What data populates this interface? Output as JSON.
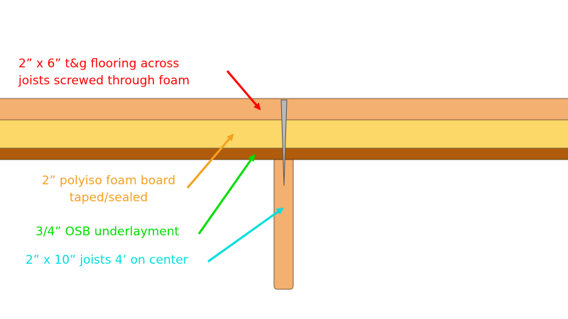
{
  "labels": {
    "flooring": {
      "line1": "2” x 6” t&g flooring across",
      "line2": "joists screwed through foam",
      "color": "#ff0000"
    },
    "foam": {
      "line1": "2” polyiso foam board",
      "line2": "taped/sealed",
      "color": "#f5a020"
    },
    "osb": {
      "text": "3/4” OSB underlayment",
      "color": "#00dd00"
    },
    "joist": {
      "text": "2” x 10” joists 4’ on center",
      "color": "#00dddd"
    }
  },
  "materials": {
    "flooring_color": "#f4b070",
    "foam_color": "#fcd868",
    "osb_color": "#b05c0c",
    "joist_color": "#f4b070",
    "screw_color": "#b8b8b8"
  }
}
